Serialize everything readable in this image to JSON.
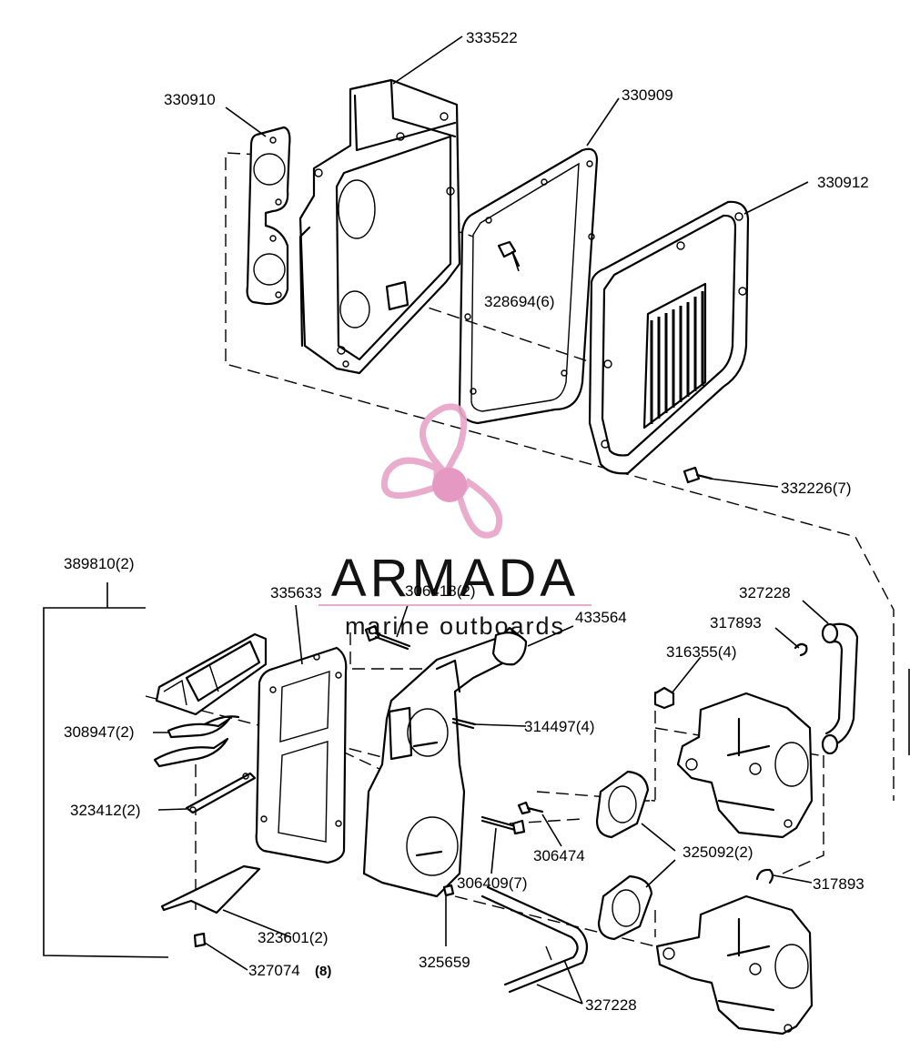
{
  "diagram": {
    "part_labels": [
      "333522",
      "330910",
      "330909",
      "330912",
      "328694(6)",
      "332226(7)",
      "389810(2)",
      "335633",
      "306418(2)",
      "433564",
      "327228",
      "317893",
      "316355(4)",
      "308947(2)",
      "314497(4)",
      "323412(2)",
      "306474",
      "325092(2)",
      "306409(7)",
      "317893",
      "323601(2)",
      "325659",
      "327074",
      "(8)",
      "327228"
    ]
  },
  "watermark": {
    "brand": "ARMADA",
    "tagline": "marine outboards",
    "logo_color": "#e8a6c8",
    "logo_center_color": "#e290bd"
  }
}
